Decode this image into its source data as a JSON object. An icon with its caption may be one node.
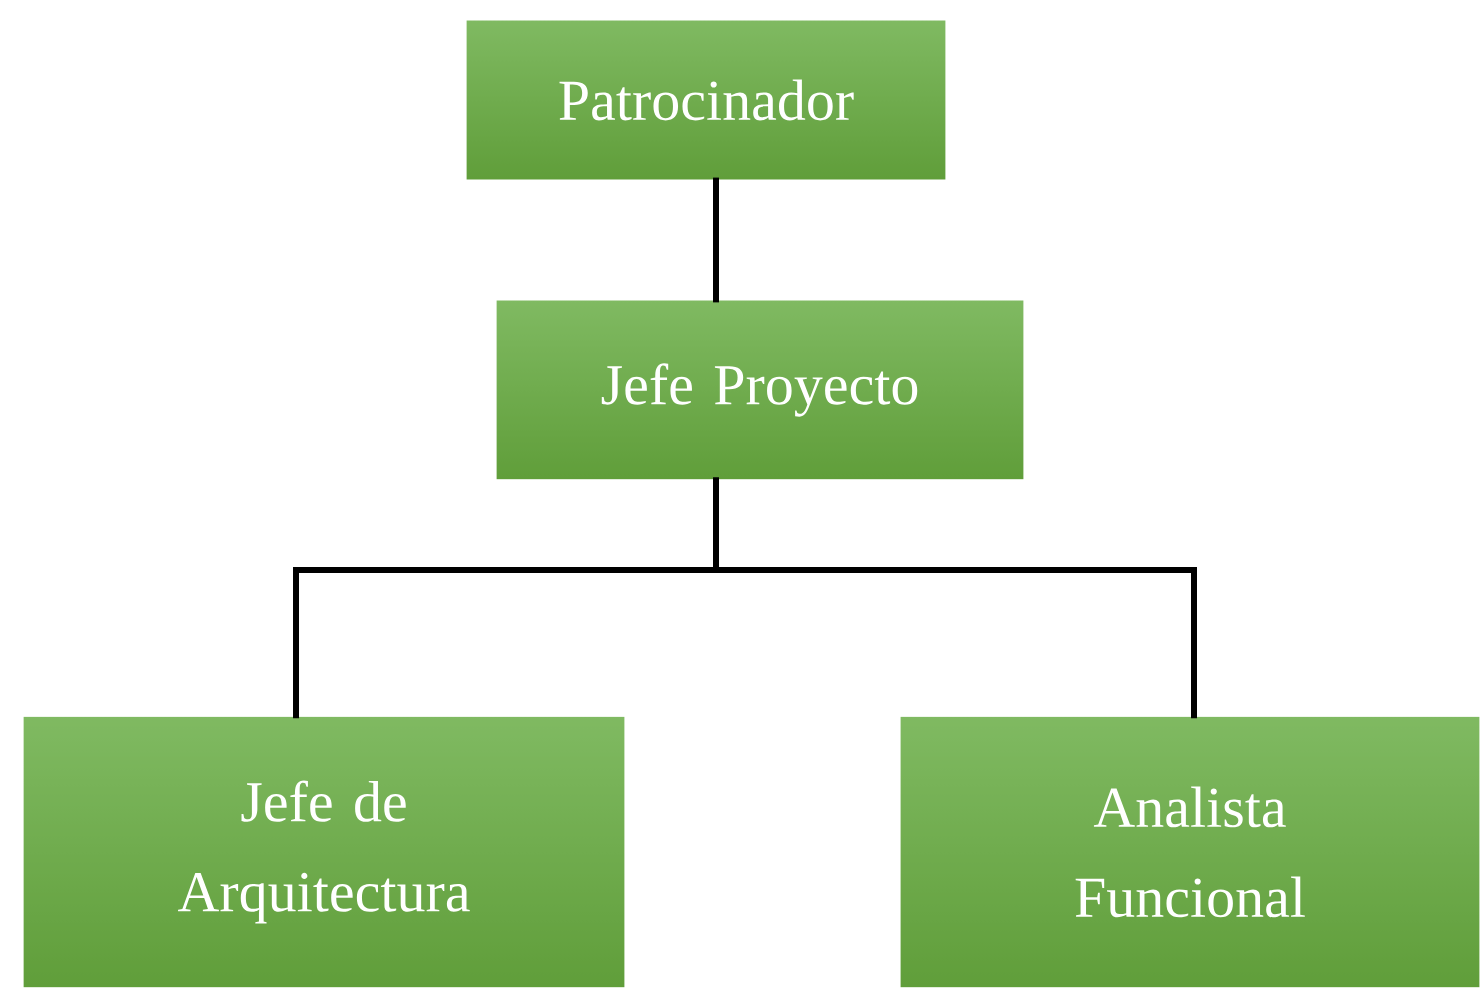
{
  "diagram": {
    "nodes": [
      {
        "text": [
          "Patrocinador"
        ]
      },
      {
        "text": [
          "Jefe Proyecto"
        ]
      },
      {
        "text": [
          "Jefe de Arquitectura"
        ]
      },
      {
        "text": [
          "Analista Funcional"
        ]
      }
    ],
    "edges": [
      {
        "from": 0,
        "to": 1,
        "arrow": "none"
      },
      {
        "from": 1,
        "to": 2,
        "arrow": "none"
      },
      {
        "from": 1,
        "to": 3,
        "arrow": "none"
      }
    ]
  }
}
